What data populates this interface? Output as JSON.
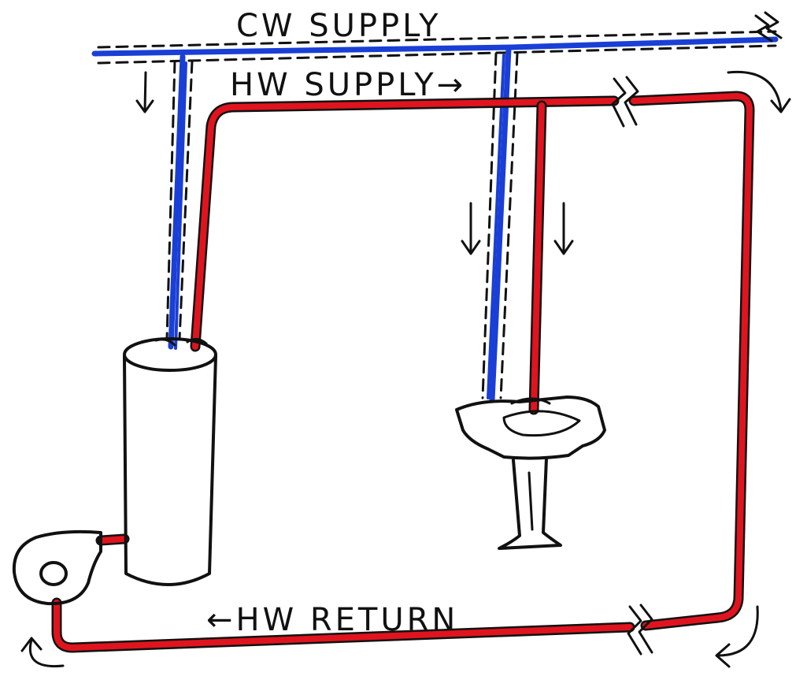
{
  "labels": {
    "cw_supply": "CW SUPPLY",
    "hw_supply": "HW SUPPLY→",
    "hw_return": "←HW RETURN"
  },
  "colors": {
    "cold_water": "#1a3fd6",
    "hot_water": "#e0141e",
    "ink": "#111111"
  },
  "icons": {
    "water_heater": "water-heater-icon",
    "pump": "circulator-pump-icon",
    "sink": "pedestal-sink-icon",
    "break_mark": "pipe-break-icon",
    "flow_arrow": "flow-arrow-icon"
  }
}
